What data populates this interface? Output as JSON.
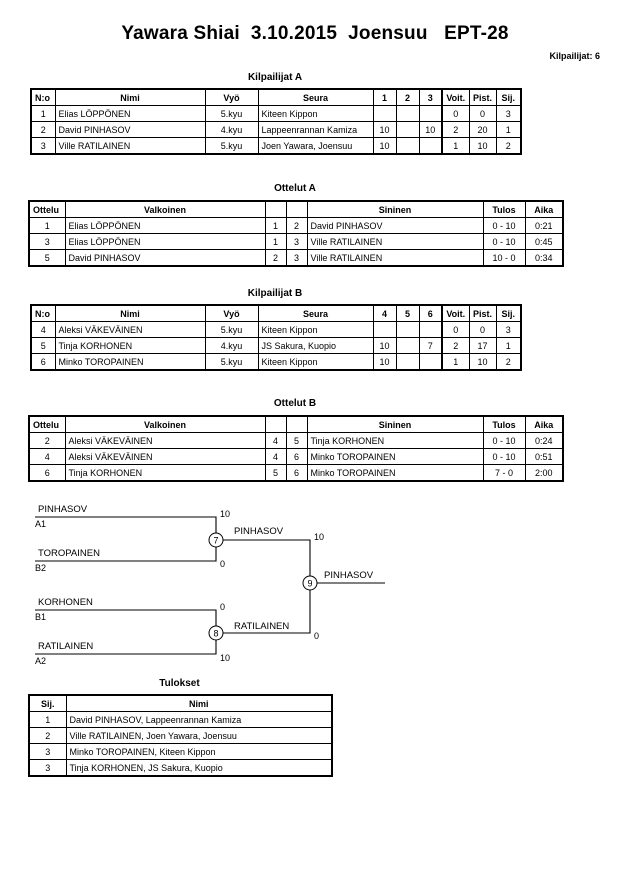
{
  "header": {
    "title": "Yawara Shiai  3.10.2015  Joensuu   EPT-28",
    "competitor_count_label": "Kilpailijat: 6"
  },
  "pool_a": {
    "caption": "Kilpailijat A",
    "columns": [
      "N:o",
      "Nimi",
      "Vyö",
      "Seura",
      "1",
      "2",
      "3",
      "Voit.",
      "Pist.",
      "Sij."
    ],
    "rows": [
      {
        "no": "1",
        "name": "Elias LÖPPÖNEN",
        "belt": "5.kyu",
        "club": "Kiteen Kippon",
        "m1": "",
        "m2": "",
        "m3": "",
        "wins": "0",
        "points": "0",
        "rank": "3"
      },
      {
        "no": "2",
        "name": "David PINHASOV",
        "belt": "4.kyu",
        "club": "Lappeenrannan Kamiza",
        "m1": "10",
        "m2": "",
        "m3": "10",
        "wins": "2",
        "points": "20",
        "rank": "1"
      },
      {
        "no": "3",
        "name": "Ville RATILAINEN",
        "belt": "5.kyu",
        "club": "Joen Yawara, Joensuu",
        "m1": "10",
        "m2": "",
        "m3": "",
        "wins": "1",
        "points": "10",
        "rank": "2"
      }
    ]
  },
  "matches_a": {
    "caption": "Ottelut A",
    "columns": [
      "Ottelu",
      "Valkoinen",
      "",
      "",
      "Sininen",
      "Tulos",
      "Aika"
    ],
    "rows": [
      {
        "match": "1",
        "white": "Elias LÖPPÖNEN",
        "wn": "1",
        "bn": "2",
        "blue": "David PINHASOV",
        "result": "0 - 10",
        "time": "0:21"
      },
      {
        "match": "3",
        "white": "Elias LÖPPÖNEN",
        "wn": "1",
        "bn": "3",
        "blue": "Ville RATILAINEN",
        "result": "0 - 10",
        "time": "0:45"
      },
      {
        "match": "5",
        "white": "David PINHASOV",
        "wn": "2",
        "bn": "3",
        "blue": "Ville RATILAINEN",
        "result": "10 - 0",
        "time": "0:34"
      }
    ]
  },
  "pool_b": {
    "caption": "Kilpailijat B",
    "columns": [
      "N:o",
      "Nimi",
      "Vyö",
      "Seura",
      "4",
      "5",
      "6",
      "Voit.",
      "Pist.",
      "Sij."
    ],
    "rows": [
      {
        "no": "4",
        "name": "Aleksi VÄKEVÄINEN",
        "belt": "5.kyu",
        "club": "Kiteen Kippon",
        "m1": "",
        "m2": "",
        "m3": "",
        "wins": "0",
        "points": "0",
        "rank": "3"
      },
      {
        "no": "5",
        "name": "Tinja KORHONEN",
        "belt": "4.kyu",
        "club": "JS Sakura, Kuopio",
        "m1": "10",
        "m2": "",
        "m3": "7",
        "wins": "2",
        "points": "17",
        "rank": "1"
      },
      {
        "no": "6",
        "name": "Minko TOROPAINEN",
        "belt": "5.kyu",
        "club": "Kiteen Kippon",
        "m1": "10",
        "m2": "",
        "m3": "",
        "wins": "1",
        "points": "10",
        "rank": "2"
      }
    ]
  },
  "matches_b": {
    "caption": "Ottelut B",
    "columns": [
      "Ottelu",
      "Valkoinen",
      "",
      "",
      "Sininen",
      "Tulos",
      "Aika"
    ],
    "rows": [
      {
        "match": "2",
        "white": "Aleksi VÄKEVÄINEN",
        "wn": "4",
        "bn": "5",
        "blue": "Tinja KORHONEN",
        "result": "0 - 10",
        "time": "0:24"
      },
      {
        "match": "4",
        "white": "Aleksi VÄKEVÄINEN",
        "wn": "4",
        "bn": "6",
        "blue": "Minko TOROPAINEN",
        "result": "0 - 10",
        "time": "0:51"
      },
      {
        "match": "6",
        "white": "Tinja KORHONEN",
        "wn": "5",
        "bn": "6",
        "blue": "Minko TOROPAINEN",
        "result": "7 - 0",
        "time": "2:00"
      }
    ]
  },
  "bracket": {
    "entries": [
      {
        "name": "PINHASOV",
        "seed": "A1",
        "score": "10"
      },
      {
        "name": "TOROPAINEN",
        "seed": "B2",
        "score": "0"
      },
      {
        "name": "KORHONEN",
        "seed": "B1",
        "score": "0"
      },
      {
        "name": "RATILAINEN",
        "seed": "A2",
        "score": "10"
      }
    ],
    "semifinals": [
      {
        "number": "7",
        "winner": "PINHASOV",
        "score": "10"
      },
      {
        "number": "8",
        "winner": "RATILAINEN",
        "score": "0"
      }
    ],
    "final": {
      "number": "9",
      "winner": "PINHASOV"
    }
  },
  "results": {
    "caption": "Tulokset",
    "columns": [
      "Sij.",
      "Nimi"
    ],
    "rows": [
      {
        "rank": "1",
        "name": "David PINHASOV, Lappeenrannan Kamiza"
      },
      {
        "rank": "2",
        "name": "Ville RATILAINEN, Joen Yawara, Joensuu"
      },
      {
        "rank": "3",
        "name": "Minko TOROPAINEN, Kiteen Kippon"
      },
      {
        "rank": "3",
        "name": "Tinja KORHONEN, JS Sakura, Kuopio"
      }
    ]
  }
}
